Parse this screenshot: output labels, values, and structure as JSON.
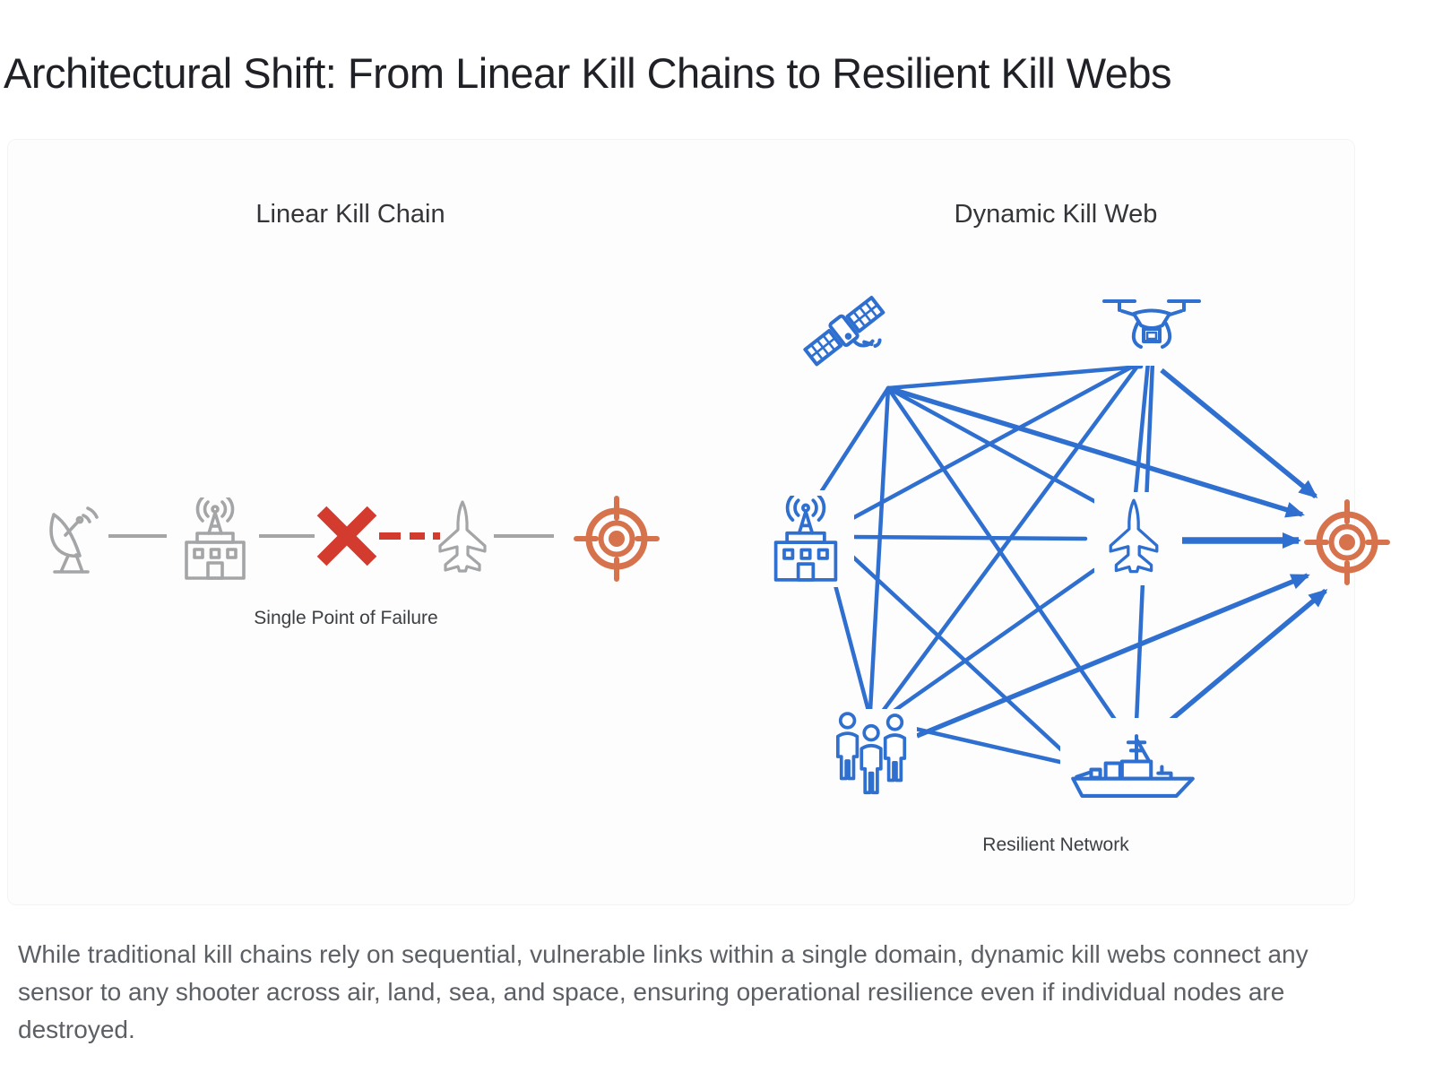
{
  "title": "Architectural Shift: From Linear Kill Chains to Resilient Kill Webs",
  "linear_kill_chain": {
    "heading": "Linear Kill Chain",
    "label": "Single Point of Failure",
    "sequence": [
      "satellite-dish",
      "command-center",
      "broken-link",
      "fighter-jet",
      "target"
    ]
  },
  "dynamic_kill_web": {
    "heading": "Dynamic Kill Web",
    "label": "Resilient Network",
    "nodes": [
      "satellite",
      "drone",
      "command-center",
      "fighter-jet",
      "infantry-team",
      "warship",
      "target"
    ]
  },
  "caption": "While traditional kill chains rely on sequential, vulnerable links within a single domain, dynamic kill webs connect any sensor to any shooter across air, land, sea, and space, ensuring operational resilience even if individual nodes are destroyed.",
  "colors": {
    "blue": "#2e6fd0",
    "orange": "#d6724c",
    "gray": "#a3a5a7",
    "red": "#d23b2e",
    "title": "#202126",
    "heading": "#333538",
    "label": "#3c4043",
    "caption": "#5c6065"
  }
}
